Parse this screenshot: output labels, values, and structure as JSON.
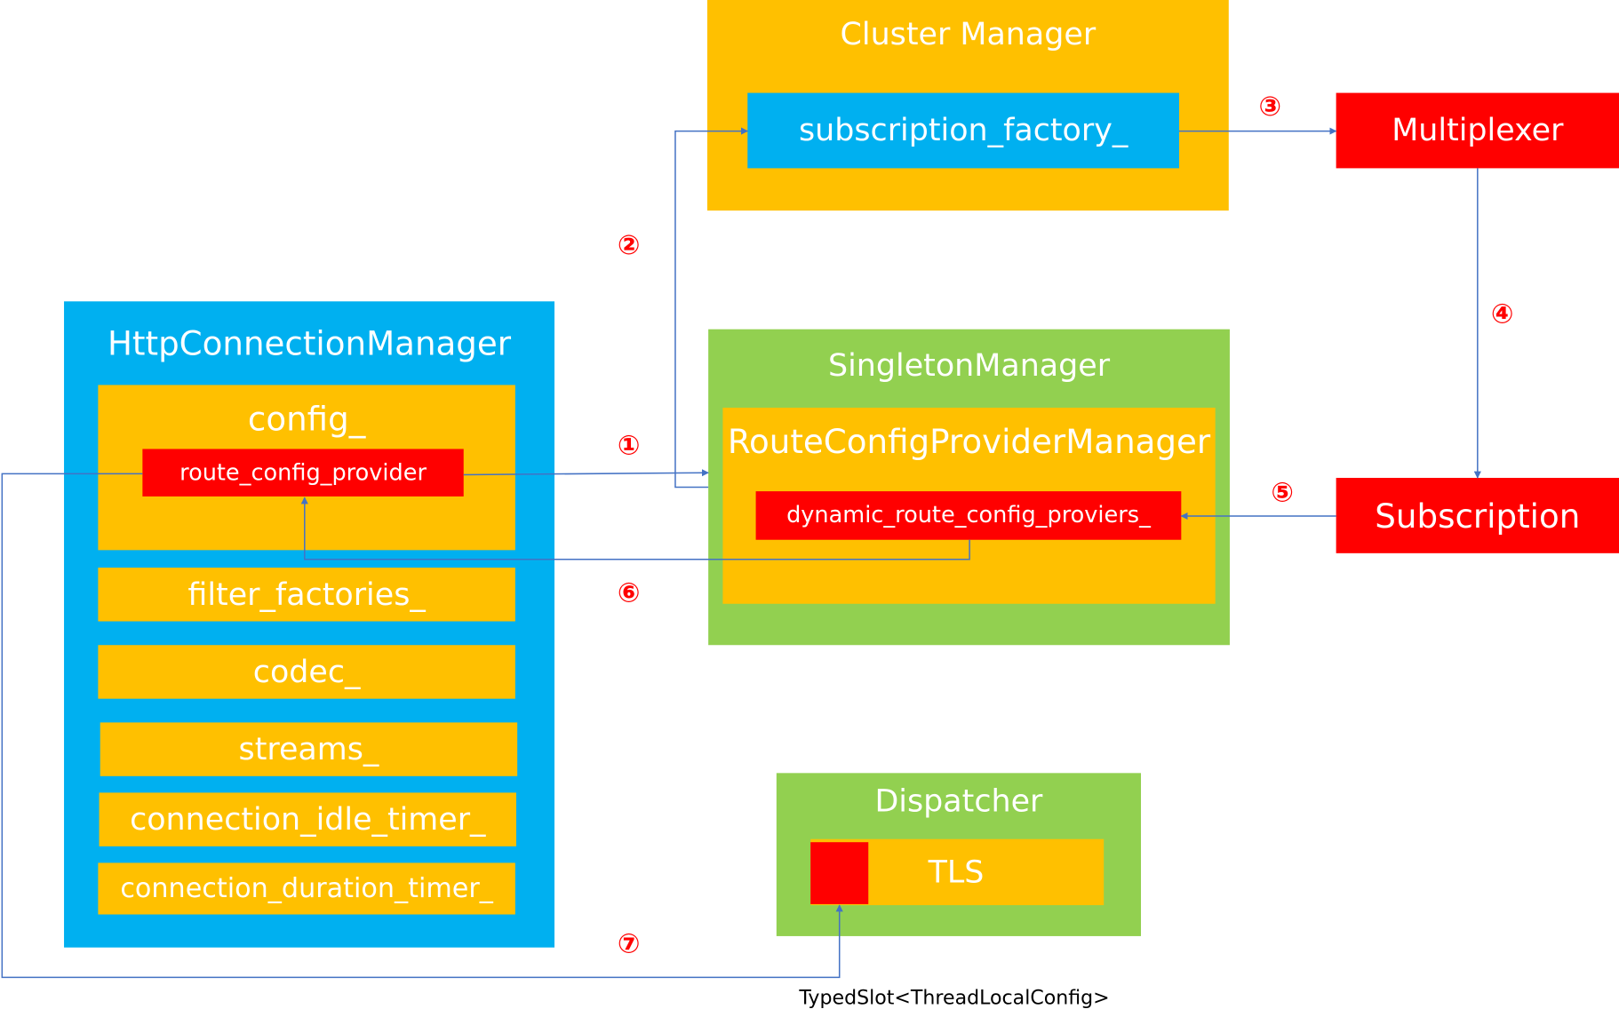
{
  "http_connection_manager": {
    "title": "HttpConnectionManager",
    "config_title": "config_",
    "route_config_provider": "route_config_provider",
    "members": [
      "filter_factories_",
      "codec_",
      "streams_",
      "connection_idle_timer_",
      "connection_duration_timer_"
    ]
  },
  "cluster_manager": {
    "title": "Cluster Manager",
    "subscription_factory": "subscription_factory_"
  },
  "multiplexer": "Multiplexer",
  "subscription": "Subscription",
  "singleton_manager": {
    "title": "SingletonManager",
    "rcp_manager_title": "RouteConfigProviderManager",
    "dynamic_providers": "dynamic_route_config_proviers_"
  },
  "dispatcher": {
    "title": "Dispatcher",
    "tls": "TLS"
  },
  "steps": [
    "①",
    "②",
    "③",
    "④",
    "⑤",
    "⑥",
    "⑦"
  ],
  "typed_slot_caption": "TypedSlot<ThreadLocalConfig>",
  "colors": {
    "blue": "#00b0f0",
    "yellow": "#ffc000",
    "green": "#92d050",
    "red": "#ff0000",
    "arrow": "#4472c4",
    "step_number": "#ff0000"
  }
}
